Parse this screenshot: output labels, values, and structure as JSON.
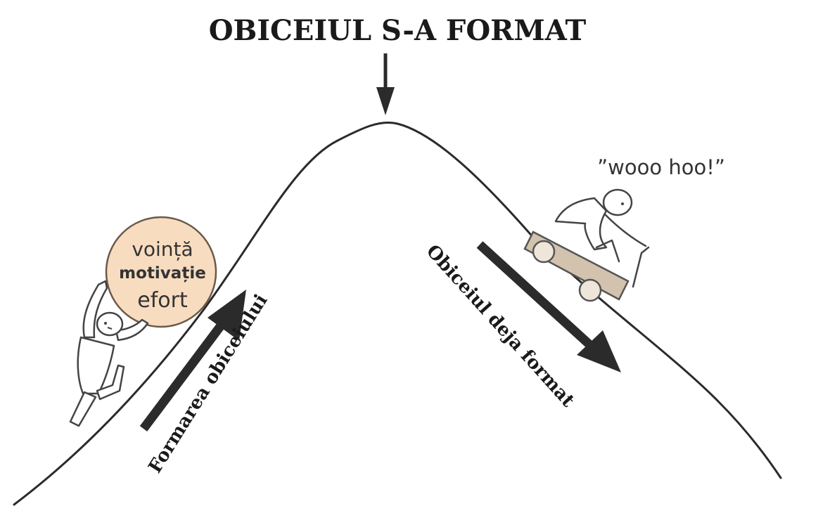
{
  "title": "OBICEIUL S-A FORMAT",
  "boulder": {
    "word1": "voință",
    "word2": "motivație",
    "word3": "efort"
  },
  "labels": {
    "left_arrow": "Formarea obiceiului",
    "right_arrow": "Obiceiul deja format"
  },
  "quote": "”wooo hoo!”",
  "colors": {
    "ink": "#1a1a1a",
    "boulder_fill": "#f8dcc0",
    "cart_fill": "#d2c2ae",
    "line": "#2b2b2b"
  }
}
